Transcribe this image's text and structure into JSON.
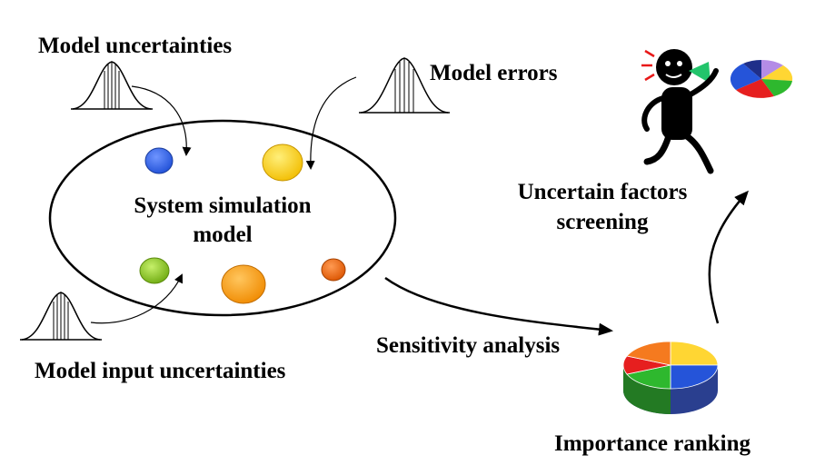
{
  "labels": {
    "model_uncertainties": "Model uncertainties",
    "model_errors": "Model errors",
    "system_line1": "System simulation",
    "system_line2": "model",
    "model_input_uncertainties": "Model input uncertainties",
    "sensitivity_analysis": "Sensitivity analysis",
    "importance_ranking": "Importance ranking",
    "uncertain_line1": "Uncertain factors",
    "uncertain_line2": "screening"
  },
  "icons": {
    "distribution": "bell-curve-icon",
    "stick_figure": "stick-figure-icon",
    "pie_3d": "3d-pie-chart-icon",
    "pie_flat": "flat-pie-chart-icon"
  },
  "colors": {
    "blue_factor": "#2e5fe8",
    "yellow_factor": "#ffd200",
    "green_factor": "#8ccc1a",
    "orange_factor": "#ff9d0a",
    "dark_orange_factor": "#f26b0f",
    "pie_red": "#e61f1f",
    "pie_green": "#2eb82e",
    "pie_blue": "#2554d9",
    "pie_yellow": "#ffd633",
    "pie_orange": "#f57a1f",
    "pie_violet": "#b48ce6"
  }
}
